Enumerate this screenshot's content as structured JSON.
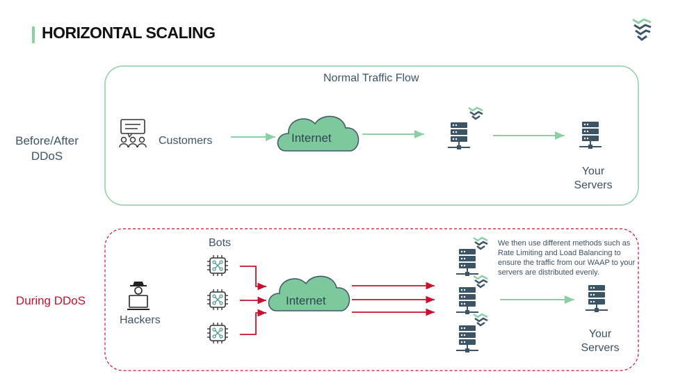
{
  "title": "HORIZONTAL SCALING",
  "colors": {
    "accent_green": "#8ccfa6",
    "cloud_fill": "#7ec99b",
    "dark_slate": "#3b5566",
    "danger_red": "#c8102e"
  },
  "before": {
    "side_label_line1": "Before/After",
    "side_label_line2": "DDoS",
    "panel_title": "Normal Traffic Flow",
    "customers_label": "Customers",
    "internet_label": "Internet",
    "servers_line1": "Your",
    "servers_line2": "Servers"
  },
  "during": {
    "side_label": "During DDoS",
    "bots_label": "Bots",
    "hackers_label": "Hackers",
    "internet_label": "Internet",
    "note": "We then use different methods such as Rate Limiting and Load Balancing to ensure the traffic from our WAAP to your servers are distributed evenly.",
    "servers_line1": "Your",
    "servers_line2": "Servers"
  },
  "icons": {
    "logo": "shield-logo-icon",
    "customers": "customers-group-icon",
    "hacker": "hacker-icon",
    "bot": "bot-chip-icon",
    "server": "server-rack-icon",
    "waap": "waap-shield-icon"
  }
}
